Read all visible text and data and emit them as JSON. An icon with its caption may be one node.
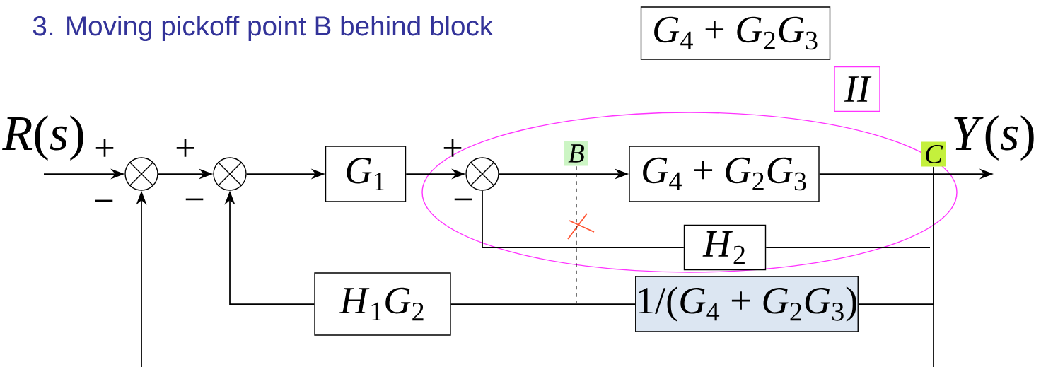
{
  "diagram": {
    "title": "3. Moving pickoff point B behind block",
    "nodes": [
      {
        "text": [],
        "shape": "circle"
      },
      {
        "text": [],
        "shape": "circle"
      },
      {
        "text": [
          "*G*$_{1}$"
        ]
      },
      {
        "text": [],
        "shape": "circle"
      },
      {
        "text": [
          "B"
        ]
      },
      {
        "text": [
          "*G*$_{4}$ + *G*$_{2}$*G*$_{3}$"
        ]
      },
      {
        "text": [
          "C"
        ]
      },
      {
        "text": [
          "*H*$_{2}$"
        ]
      },
      {
        "text": [
          "*H*$_{1}$*G*$_{2}$"
        ]
      },
      {
        "text": [
          "1/(*G*$_{4}$ + *G*$_{2}$*G*$_{3}$)"
        ]
      },
      {
        "text": [
          "*G*$_{4}$ + *G*$_{2}$*G*$_{3}$"
        ]
      },
      {
        "text": [
          "II"
        ]
      },
      {
        "text": [
          "*Y*(*s*)"
        ]
      },
      {
        "text": [
          "*R*(*s*)"
        ]
      }
    ],
    "edges": [
      {
        "from": 13,
        "to": 0,
        "arrow": "to"
      },
      {
        "from": 0,
        "to": 1,
        "arrow": "to"
      },
      {
        "from": 1,
        "to": 2,
        "arrow": "to"
      },
      {
        "from": 2,
        "to": 3,
        "arrow": "to"
      },
      {
        "from": 3,
        "to": 5,
        "arrow": "to"
      },
      {
        "from": 5,
        "to": 12,
        "arrow": "to"
      },
      {
        "from": 6,
        "to": 9,
        "arrow": "none"
      },
      {
        "from": 9,
        "to": 8,
        "arrow": "none"
      },
      {
        "from": 8,
        "to": 1,
        "arrow": "to"
      },
      {
        "from": 7,
        "to": 3,
        "arrow": "none"
      },
      {
        "from": null,
        "to": 7,
        "arrow": "none"
      },
      {
        "from": 6,
        "to": null,
        "arrow": "none"
      },
      {
        "from": null,
        "to": 0,
        "arrow": "to"
      },
      {
        "from": 4,
        "to": null,
        "arrow": "none",
        "style": "dashed"
      }
    ],
    "labels": [
      "+",
      "−",
      "+",
      "−",
      "+",
      "−"
    ]
  }
}
